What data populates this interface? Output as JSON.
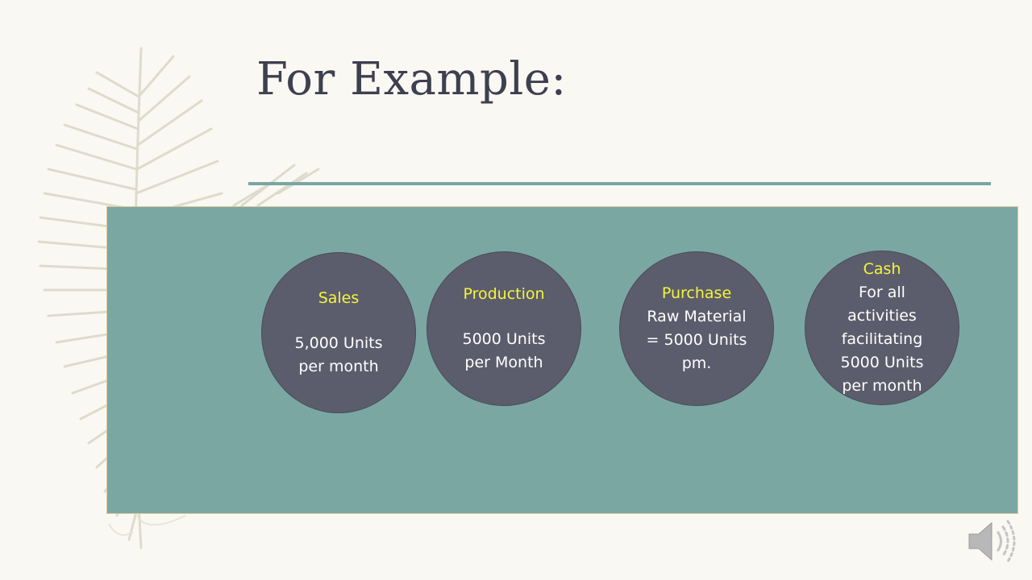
{
  "slide": {
    "title": "For Example:"
  },
  "circles": {
    "sales": {
      "title": "Sales",
      "body": "5,000 Units per month"
    },
    "production": {
      "title": "Production",
      "body": "5000 Units per Month"
    },
    "purchase": {
      "title": "Purchase",
      "body": "Raw Material = 5000 Units pm."
    },
    "cash": {
      "title": "Cash",
      "body": "For all activities facilitating 5000 Units per month"
    }
  },
  "colors": {
    "panel": "#7ba7a3",
    "circle": "#5c5d6c",
    "heading_accent": "#f5f53a",
    "title_text": "#3d404f"
  },
  "icons": {
    "speaker": "speaker-icon",
    "feather": "feather-decoration"
  }
}
